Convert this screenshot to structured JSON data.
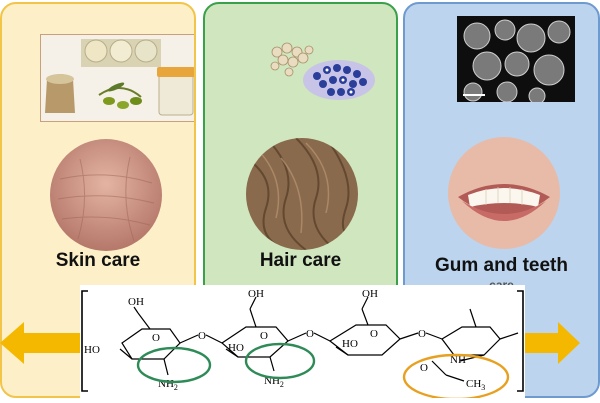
{
  "panels": [
    {
      "id": "skin",
      "label": "Skin care"
    },
    {
      "id": "hair",
      "label": "Hair care"
    },
    {
      "id": "gum",
      "label": "Gum and teeth",
      "label_cont": "care"
    }
  ],
  "molecule": {
    "oh_labels": [
      "OH",
      "OH",
      "OH"
    ],
    "ho_labels": [
      "HO",
      "HO",
      "HO"
    ],
    "o_labels": [
      "O",
      "O",
      "O",
      "O",
      "O",
      "O"
    ],
    "nh2_labels": [
      "NH",
      "NH"
    ],
    "nh2_sub": "2",
    "nh_label": "NH",
    "o_acetyl": "O",
    "ch3_label": "CH",
    "ch3_sub": "3"
  },
  "colors": {
    "skin_bg": "#fdf0c9",
    "hair_bg": "#cfe6bf",
    "gum_bg": "#bcd4ee",
    "arrow": "#f5b800",
    "amine_ring": "#2e8b57",
    "acetyl_ring": "#e8a020"
  }
}
